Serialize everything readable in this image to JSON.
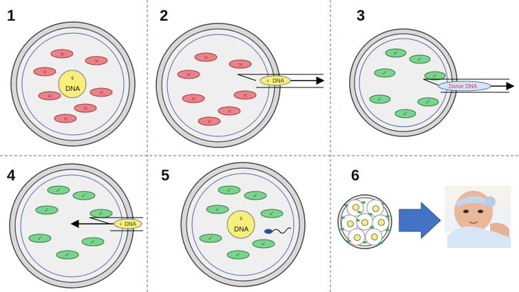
{
  "colors": {
    "divider": "#4a6fa5",
    "shell": "#d9d9d9",
    "cytoplasm": "#efefef",
    "membrane": "#5566aa",
    "nucleus": "#f7ef7a",
    "defective_mito": "#e7838a",
    "healthy_mito": "#7bd38e",
    "arrow": "#4472c4"
  },
  "panels": [
    {
      "number": "1",
      "nucleus_label": "DNA",
      "nucleus_symbol": "♀"
    },
    {
      "number": "2",
      "pipette_label": "DNA",
      "pipette_symbol": "♀"
    },
    {
      "number": "3",
      "pipette_label": "Donor DNA"
    },
    {
      "number": "4",
      "pipette_label": "DNA",
      "pipette_symbol": "♀"
    },
    {
      "number": "5",
      "nucleus_label": "DNA",
      "nucleus_symbol": "♀"
    },
    {
      "number": "6"
    }
  ],
  "icons": {
    "defective": "cross-mark-icon",
    "healthy": "check-mark-icon",
    "female": "female-symbol-icon"
  },
  "marks": {
    "cross": "×",
    "check": "✓"
  }
}
